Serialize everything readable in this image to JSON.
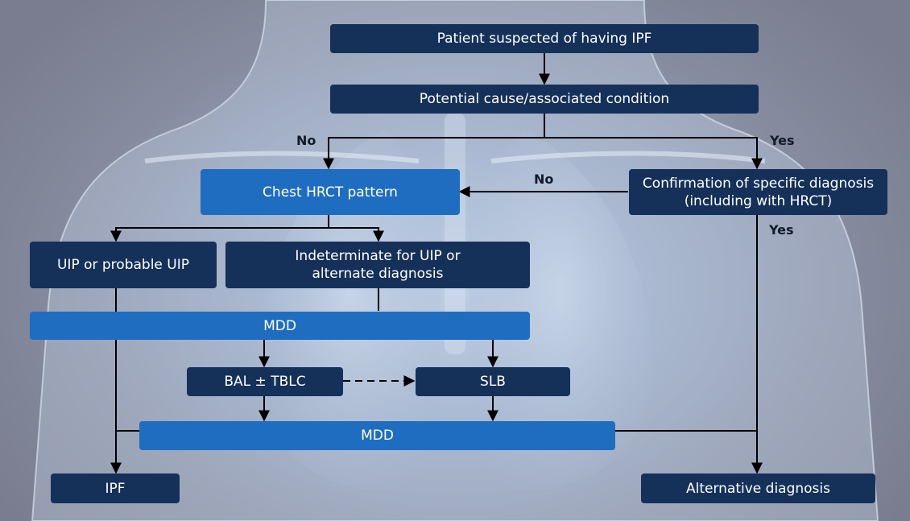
{
  "nodes": {
    "suspected": "Patient suspected of having IPF",
    "potential_cause": "Potential cause/associated condition",
    "chest_hrct": "Chest HRCT pattern",
    "confirmation": "Confirmation of specific diagnosis (including with HRCT)",
    "uip": "UIP or probable UIP",
    "indeterminate": "Indeterminate for UIP or alternate diagnosis",
    "mdd_top": "MDD",
    "bal": "BAL ± TBLC",
    "slb": "SLB",
    "mdd_bottom": "MDD",
    "ipf": "IPF",
    "alternative": "Alternative diagnosis"
  },
  "edge_labels": {
    "no_left": "No",
    "yes_right": "Yes",
    "no_middle": "No",
    "yes_lower": "Yes"
  },
  "colors": {
    "dark_box": "#15315a",
    "blue_box": "#1f6dc0",
    "arrow": "#000000"
  }
}
